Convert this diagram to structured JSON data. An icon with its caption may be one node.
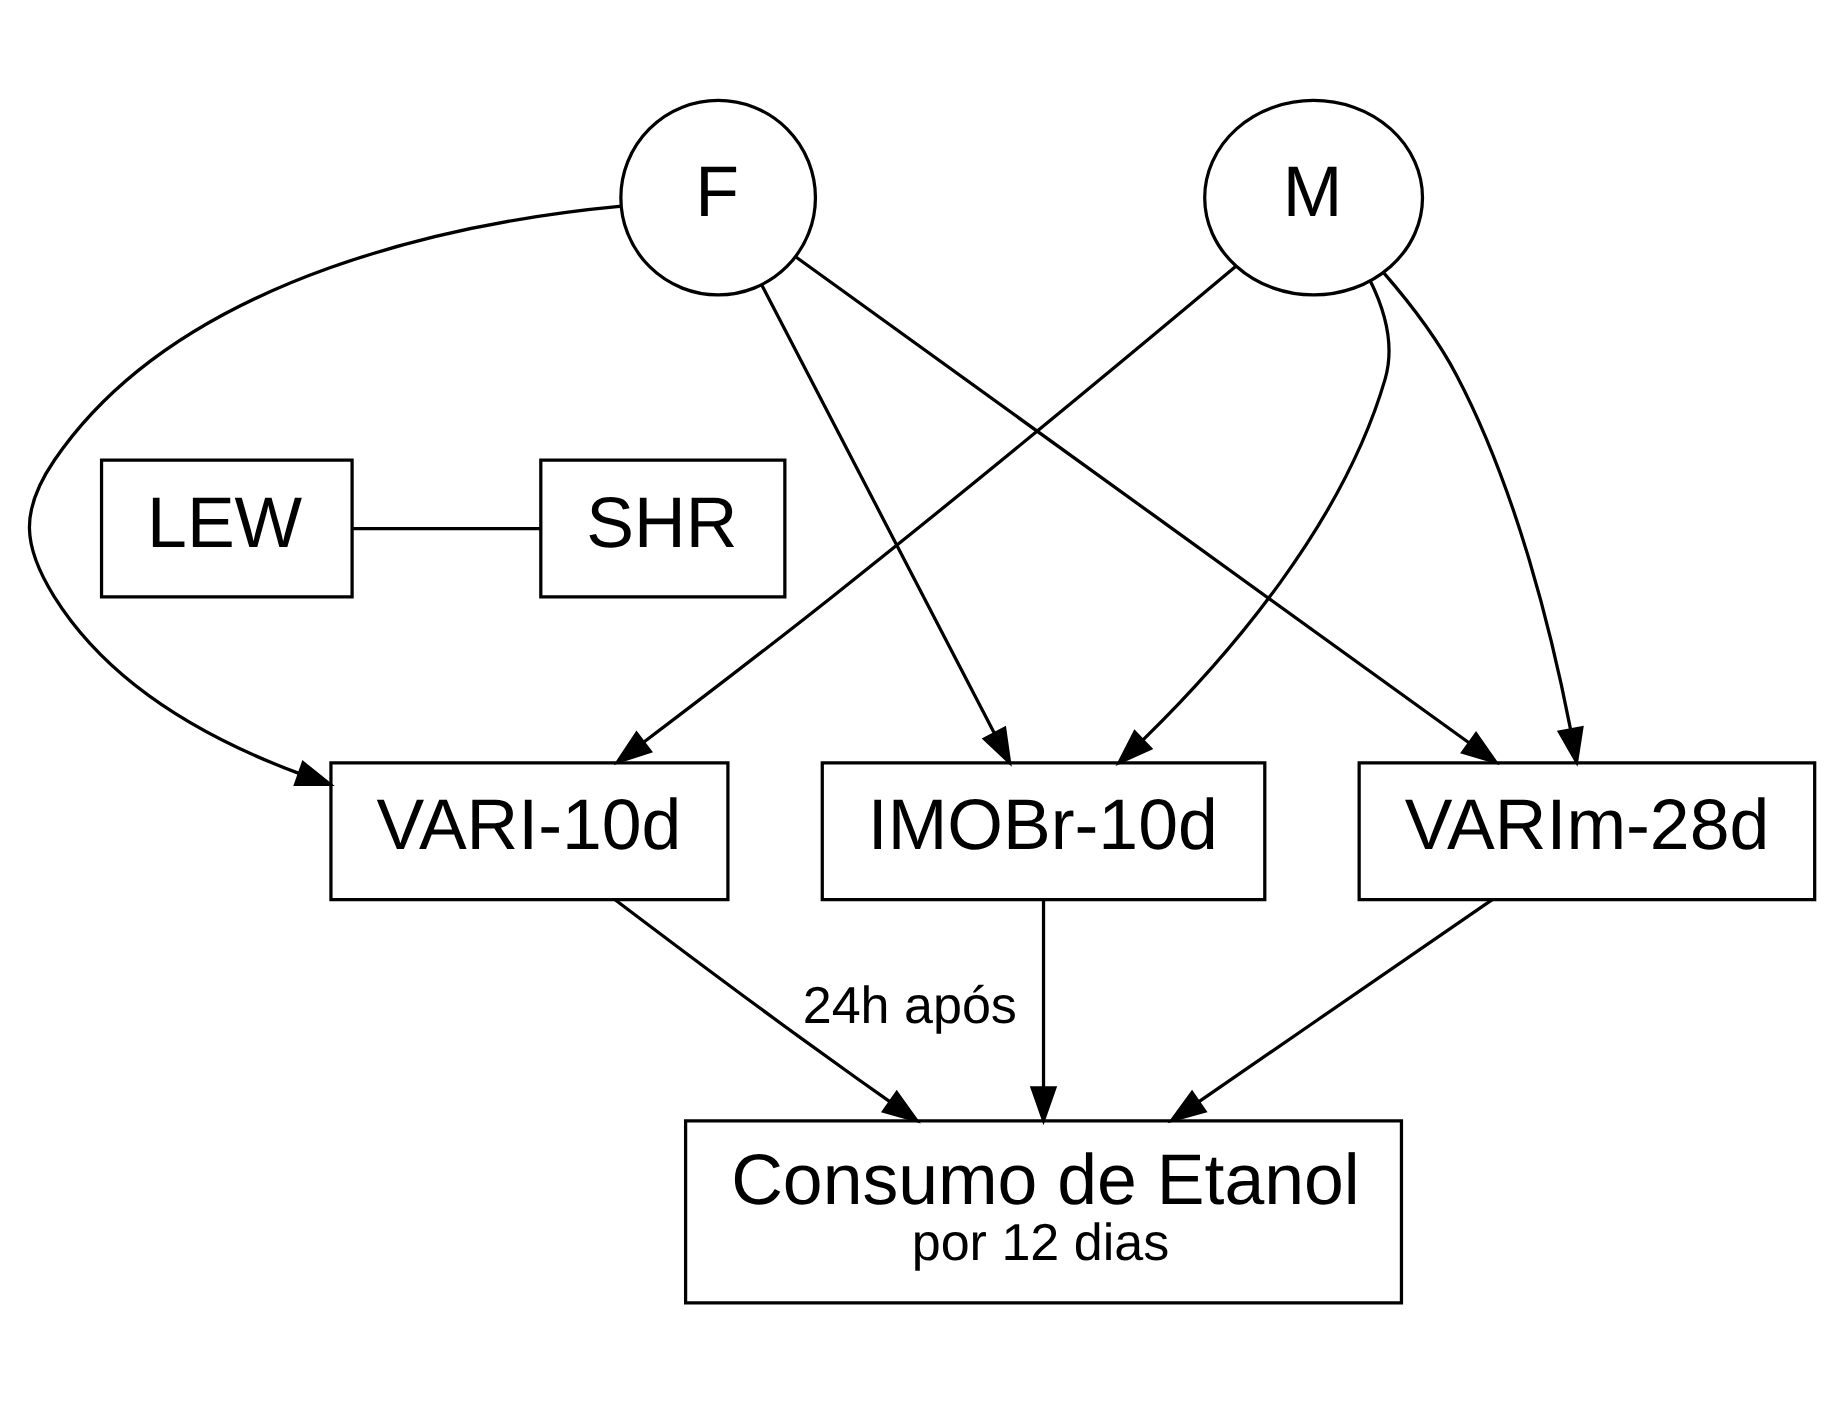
{
  "diagram": {
    "nodes": [
      {
        "text": [
          "M"
        ]
      },
      {
        "text": [
          "F"
        ]
      },
      {
        "text": [
          "SHR"
        ]
      },
      {
        "text": [
          "LEW"
        ]
      },
      {
        "text": [
          "IMOBr-10d"
        ]
      },
      {
        "text": [
          "VARI-10d"
        ]
      },
      {
        "text": [
          "VARIm-28d"
        ]
      },
      {
        "text": [
          "Consumo de Etanol",
          "por 12 dias"
        ]
      }
    ],
    "edges": [
      {
        "from": 0,
        "to": 4,
        "arrow": "to"
      },
      {
        "from": 0,
        "to": 5,
        "arrow": "to"
      },
      {
        "from": 0,
        "to": 6,
        "arrow": "to"
      },
      {
        "from": 1,
        "to": 4,
        "arrow": "to"
      },
      {
        "from": 1,
        "to": 5,
        "arrow": "to"
      },
      {
        "from": 1,
        "to": 6,
        "arrow": "to"
      },
      {
        "from": 2,
        "to": 3,
        "arrow": "none"
      },
      {
        "from": 4,
        "to": 7,
        "arrow": "to"
      },
      {
        "from": 5,
        "to": 7,
        "arrow": "to",
        "label": "24h após"
      },
      {
        "from": 6,
        "to": 7,
        "arrow": "to"
      }
    ]
  }
}
